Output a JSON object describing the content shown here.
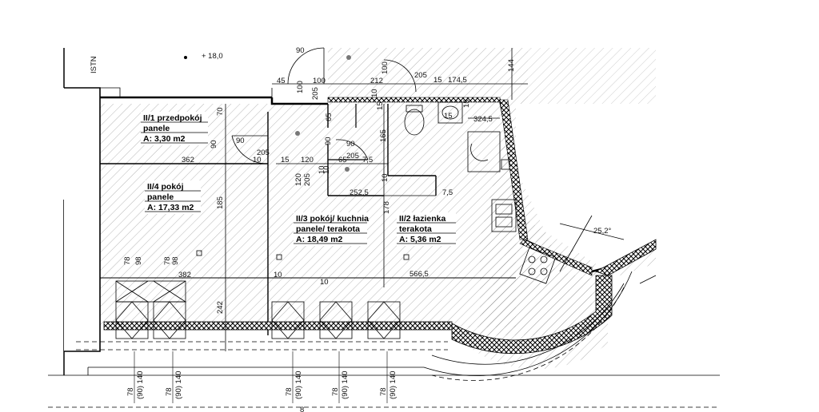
{
  "plan": {
    "rooms": [
      {
        "id": "II/1",
        "name": "II/1 przedpokój",
        "finish": "panele",
        "area": "A: 3,30 m2"
      },
      {
        "id": "II/4",
        "name": "II/4 pokój",
        "finish": "panele",
        "area": "A: 17,33 m2"
      },
      {
        "id": "II/3",
        "name": "II/3 pokój/ kuchnia",
        "finish": "panele/ terakota",
        "area": "A: 18,49 m2"
      },
      {
        "id": "II/2",
        "name": "II/2 łazienka",
        "finish": "terakota",
        "area": "A: 5,36 m2"
      }
    ],
    "labels": {
      "istn": "ISTN",
      "level": "+ 18,0",
      "angle": "25,2°",
      "small_8": "8",
      "small_90_top": "90"
    },
    "dims": [
      "45",
      "100",
      "100",
      "205",
      "212",
      "100",
      "10",
      "205",
      "15",
      "174,5",
      "144",
      "324,5",
      "70",
      "65",
      "90",
      "15",
      "15",
      "15",
      "90",
      "10",
      "205",
      "15",
      "120",
      "65",
      "205",
      "7,5",
      "362",
      "90",
      "90",
      "10",
      "10",
      "165",
      "120",
      "205",
      "10",
      "252,5",
      "7,5",
      "10",
      "185",
      "178",
      "382",
      "10",
      "566,5",
      "242",
      "78",
      "98",
      "78",
      "98"
    ],
    "bottom_dims": [
      {
        "a": "78",
        "b": "(90) 140"
      },
      {
        "a": "78",
        "b": "(90) 140"
      },
      {
        "a": "78",
        "b": "(90) 140"
      },
      {
        "a": "78",
        "b": "(90) 140"
      },
      {
        "a": "78",
        "b": "(90) 140"
      }
    ]
  }
}
